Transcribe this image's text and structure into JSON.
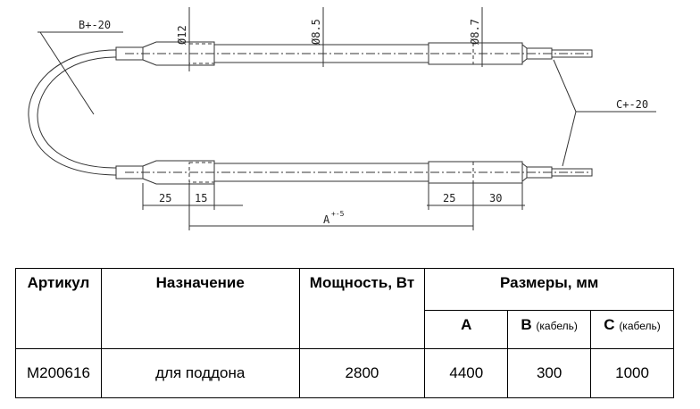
{
  "drawing": {
    "labels": {
      "b": "B+-20",
      "c": "C+-20",
      "d12": "Ø12",
      "d85": "Ø8.5",
      "d87": "Ø8.7",
      "dim25a": "25",
      "dim15": "15",
      "dim25b": "25",
      "dim30": "30",
      "a": "A",
      "a_tol": "+-5"
    }
  },
  "table": {
    "headers": {
      "article": "Артикул",
      "purpose": "Назначение",
      "power": "Мощность, Вт",
      "sizes": "Размеры, мм",
      "a": "A",
      "b": "B",
      "b_note": "(кабель)",
      "c": "C",
      "c_note": "(кабель)"
    },
    "rows": [
      {
        "article": "M200616",
        "purpose": "для поддона",
        "power": "2800",
        "a": "4400",
        "b": "300",
        "c": "1000"
      }
    ]
  }
}
